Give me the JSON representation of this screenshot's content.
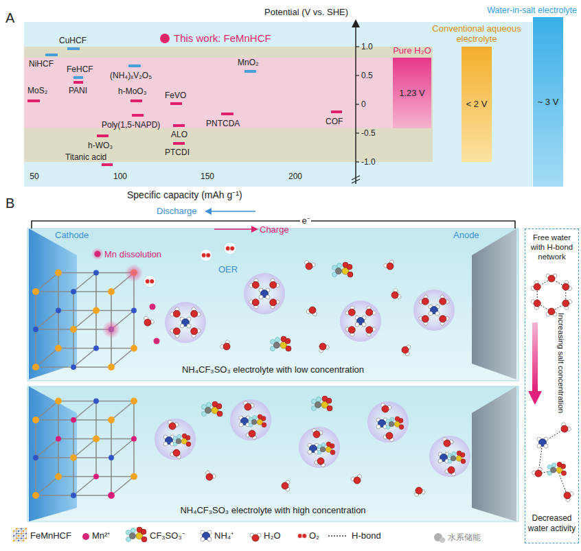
{
  "diagram": {
    "nodes": [
      {
        "text": [
          "Pure H₂O",
          "1.23 V"
        ]
      },
      {
        "text": [
          "Conventional aqueous electrolyte",
          "< 2 V"
        ]
      },
      {
        "text": [
          "Water-in-salt electrolyte",
          "~ 3 V"
        ]
      },
      {
        "text": [
          "NH₄CF₃SO₃ electrolyte with low concentration"
        ]
      },
      {
        "text": [
          "Cathode"
        ],
        "in": 3
      },
      {
        "text": [
          "Anode"
        ],
        "in": 3
      },
      {
        "text": [
          "NH₄CF₃SO₃ electrolyte with high concentration"
        ]
      },
      {
        "text": [
          "Free water with H-bond network",
          "Increasing salt concentration",
          "Decreased water activity"
        ]
      }
    ],
    "edges": [
      {
        "from": 4,
        "to": 5,
        "arrow": "none",
        "label": "e⁻"
      }
    ],
    "labels": [
      "A",
      "Potential (V vs. SHE)",
      "1.0",
      "0.5",
      "0",
      "-0.5",
      "-1.0",
      "50",
      "100",
      "150",
      "200",
      "Specific capacity (mAh g⁻¹)",
      "MoS₂",
      "NiHCF",
      "CuHCF",
      "FeHCF",
      "PANI",
      "(NH₄)ₓV₂O₅",
      "h-MoO₃",
      "FeVO",
      "MnO₂",
      "Poly(1,5-NAPD)",
      "ALO",
      "PTCDI",
      "PNTCDA",
      "COF",
      "h-WO₃",
      "Titanic acid",
      "B",
      "Discharge",
      "Charge",
      "Mn dissolution",
      "OER",
      "水系储能"
    ],
    "legend": [
      {
        "text": "This work: FeMnHCF",
        "color": "#e8256a"
      },
      {
        "text": "FeMnHCF"
      },
      {
        "text": "Mn²⁺",
        "color": "#d8257a"
      },
      {
        "text": "CF₃SO₃⁻"
      },
      {
        "text": "NH₄⁺"
      },
      {
        "text": "H₂O"
      },
      {
        "text": "O₂"
      },
      {
        "text": "H-bond"
      }
    ]
  }
}
